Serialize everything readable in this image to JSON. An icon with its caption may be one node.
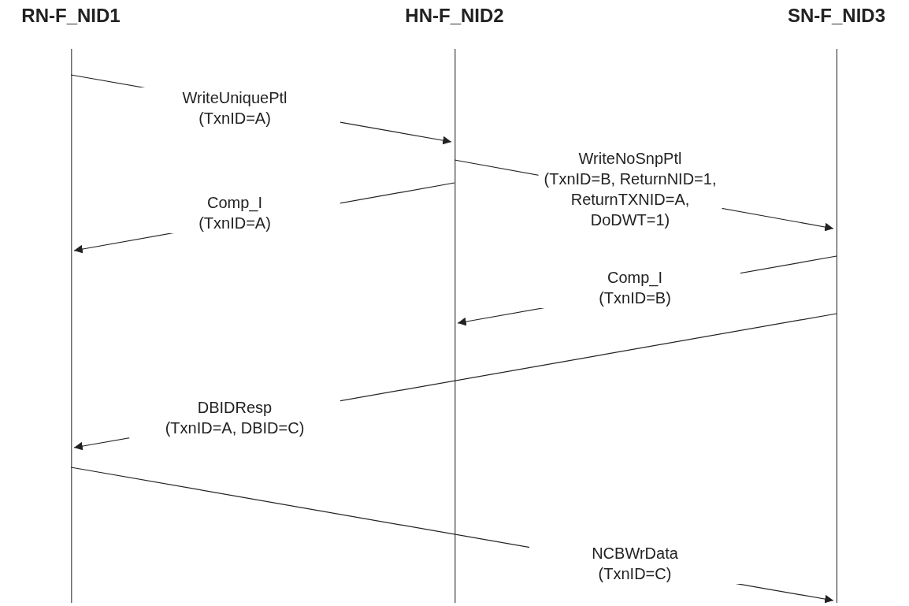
{
  "diagram": {
    "nodes": [
      {
        "text": [
          "RN-F_NID1"
        ]
      },
      {
        "text": [
          "HN-F_NID2"
        ]
      },
      {
        "text": [
          "SN-F_NID3"
        ]
      }
    ],
    "edges": [
      {
        "from": 0,
        "to": 1,
        "arrow": "to",
        "label": "WriteUniquePtl (TxnID=A)"
      },
      {
        "from": 1,
        "to": 2,
        "arrow": "to",
        "label": "WriteNoSnpPtl (TxnID=B, ReturnNID=1, ReturnTXNID=A, DoDWT=1)"
      },
      {
        "from": 1,
        "to": 0,
        "arrow": "to",
        "label": "Comp_I (TxnID=A)"
      },
      {
        "from": 2,
        "to": 1,
        "arrow": "to",
        "label": "Comp_I (TxnID=B)"
      },
      {
        "from": 2,
        "to": 0,
        "arrow": "to",
        "label": "DBIDResp (TxnID=A, DBID=C)"
      },
      {
        "from": 0,
        "to": 2,
        "arrow": "to",
        "label": "NCBWrData (TxnID=C)"
      }
    ]
  }
}
